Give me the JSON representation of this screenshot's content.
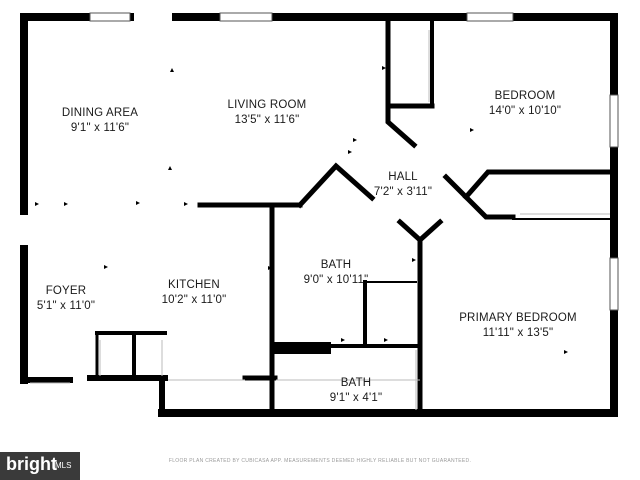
{
  "rooms": [
    {
      "id": "dining",
      "name": "DINING AREA",
      "dims": "9'1\" x 11'6\""
    },
    {
      "id": "living",
      "name": "LIVING ROOM",
      "dims": "13'5\" x 11'6\""
    },
    {
      "id": "bedroom",
      "name": "BEDROOM",
      "dims": "14'0\" x 10'10\""
    },
    {
      "id": "hall",
      "name": "HALL",
      "dims": "7'2\" x 3'11\""
    },
    {
      "id": "bath1",
      "name": "BATH",
      "dims": "9'0\" x 10'11\""
    },
    {
      "id": "foyer",
      "name": "FOYER",
      "dims": "5'1\" x 11'0\""
    },
    {
      "id": "kitchen",
      "name": "KITCHEN",
      "dims": "10'2\" x 11'0\""
    },
    {
      "id": "primary",
      "name": "PRIMARY BEDROOM",
      "dims": "11'11\" x 13'5\""
    },
    {
      "id": "bath2",
      "name": "BATH",
      "dims": "9'1\" x 4'1\""
    }
  ],
  "footer": "FLOOR PLAN CREATED BY CUBICASA APP. MEASUREMENTS DEEMED HIGHLY RELIABLE BUT NOT GUARANTEED.",
  "logo": {
    "word": "bright",
    "suffix": "MLS"
  },
  "colors": {
    "wall": "#000000",
    "background": "#ffffff",
    "window": "#ffffff"
  }
}
